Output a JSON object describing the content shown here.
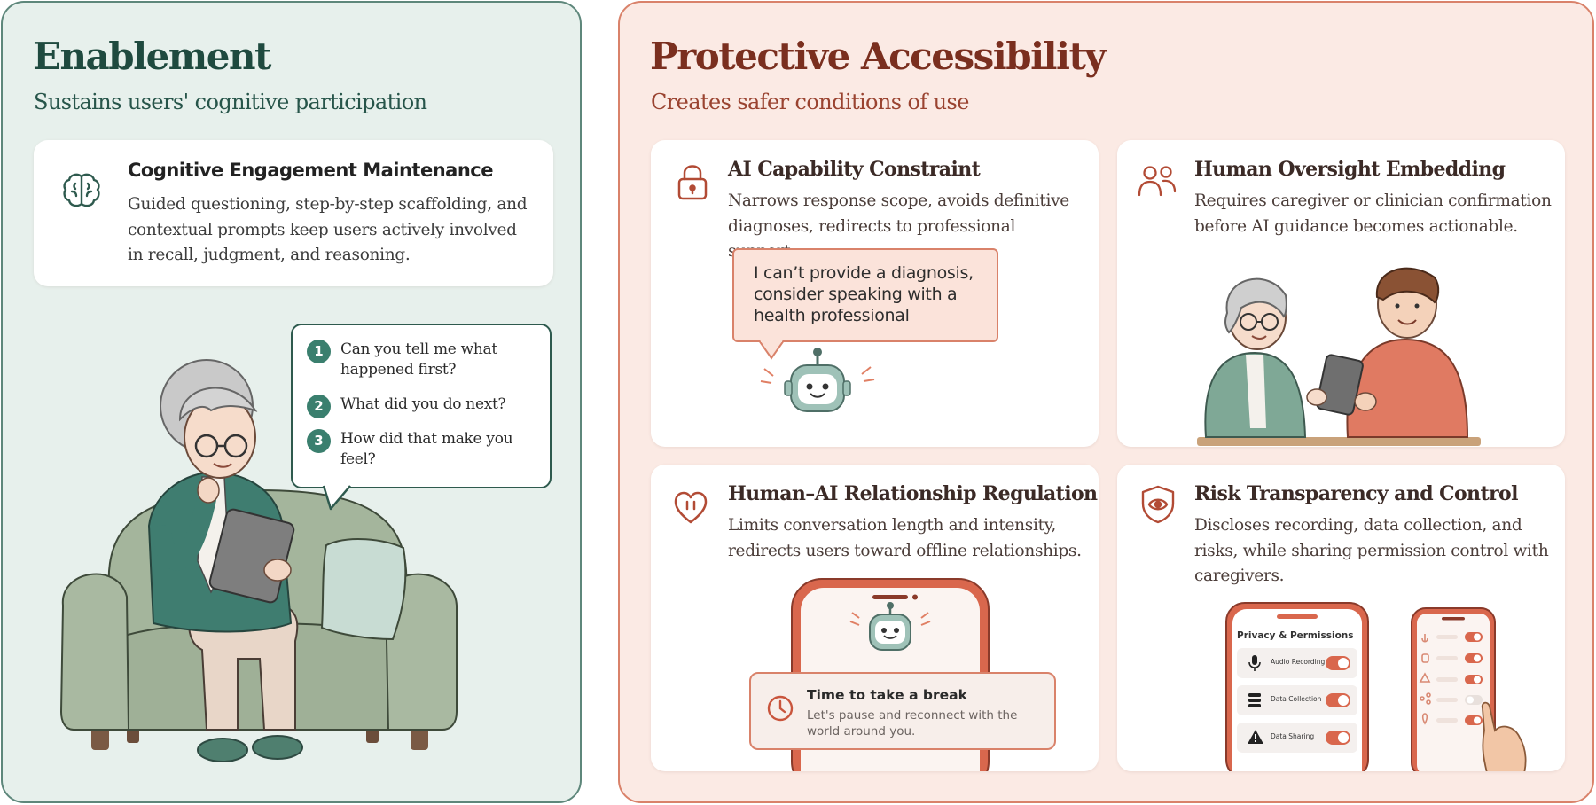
{
  "enablement": {
    "title": "Enablement",
    "subtitle": "Sustains users' cognitive participation",
    "card": {
      "title": "Cognitive Engagement Maintenance",
      "text": "Guided questioning, step-by-step scaffolding, and contextual prompts keep users actively involved in recall, judgment, and reasoning.",
      "icon": "brain-icon"
    },
    "questions": [
      {
        "number": "1",
        "text": "Can you tell me what happened first?"
      },
      {
        "number": "2",
        "text": "What did you do next?"
      },
      {
        "number": "3",
        "text": "How did that make you feel?"
      }
    ]
  },
  "protective": {
    "title": "Protective Accessibility",
    "subtitle": "Creates safer conditions of use",
    "cards": [
      {
        "title": "AI Capability Constraint",
        "text": "Narrows response scope, avoids definitive diagnoses, redirects to professional support.",
        "icon": "lock-icon",
        "bubble": "I can’t provide a diagnosis, consider speaking with a health professional"
      },
      {
        "title": "Human Oversight Embedding",
        "text": "Requires caregiver or clinician confirmation before AI guidance becomes actionable.",
        "icon": "people-icon"
      },
      {
        "title": "Human–AI Relationship Regulation",
        "text": "Limits conversation length and intensity, redirects users toward offline relationships.",
        "icon": "heart-pause-icon",
        "notification": {
          "title": "Time to take a break",
          "text": "Let's pause and reconnect with the world around you."
        }
      },
      {
        "title": "Risk Transparency and Control",
        "text": "Discloses recording, data collection, and risks, while sharing permission control with caregivers.",
        "icon": "shield-eye-icon",
        "privacy": {
          "title": "Privacy & Permissions",
          "items": [
            "Audio Recording",
            "Data Collection",
            "Data Sharing"
          ]
        }
      }
    ]
  },
  "colors": {
    "green_panel_bg": "#e7f0ec",
    "green_border": "#5e877b",
    "green_accent": "#3a7f6e",
    "salmon_panel_bg": "#fbeae4",
    "salmon_border": "#d9826a",
    "salmon_accent": "#c9553d"
  }
}
